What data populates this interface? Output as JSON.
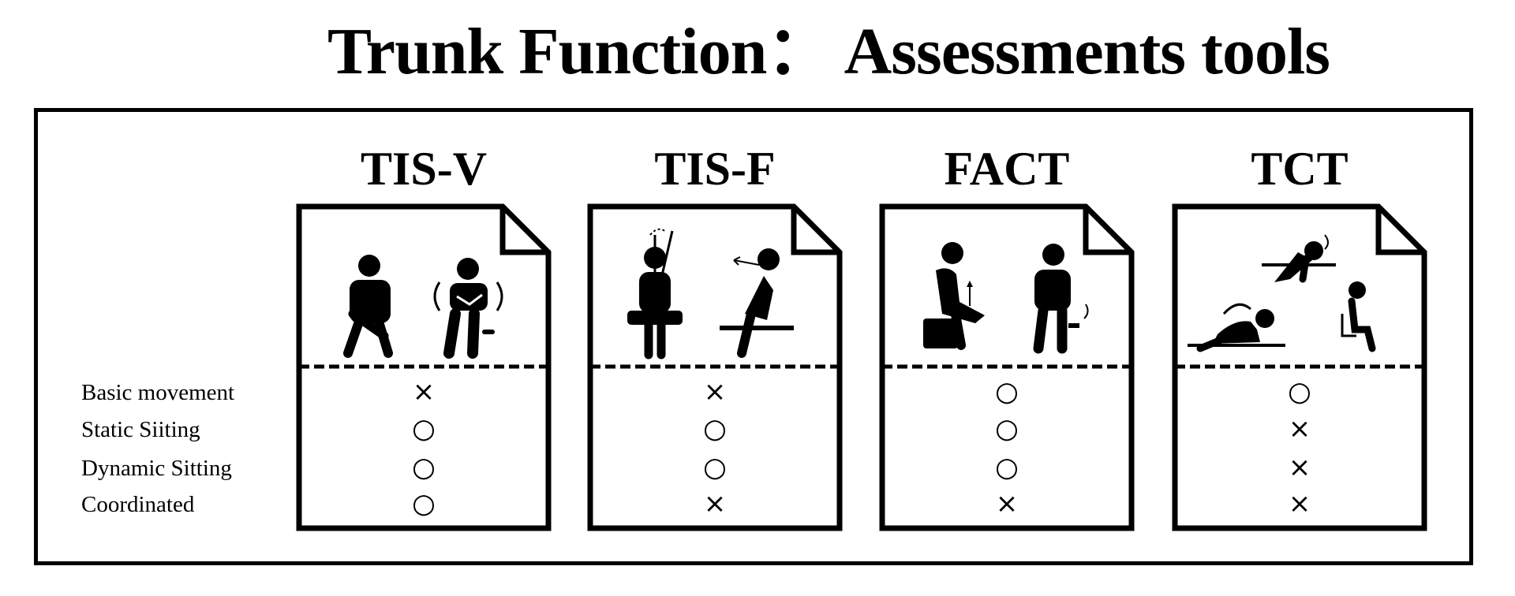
{
  "title": "Trunk Function： Assessments tools",
  "row_labels": [
    "Basic movement",
    "Static Siiting",
    "Dynamic Sitting",
    "Coordinated"
  ],
  "tools": [
    {
      "name": "TIS-V",
      "marks": [
        "×",
        "○",
        "○",
        "○"
      ],
      "icon": "seated-trunk-rotation-figures-icon"
    },
    {
      "name": "TIS-F",
      "marks": [
        "×",
        "○",
        "○",
        "×"
      ],
      "icon": "seated-trunk-alignment-figures-icon"
    },
    {
      "name": "FACT",
      "marks": [
        "○",
        "○",
        "○",
        "×"
      ],
      "icon": "seated-leg-lift-figures-icon"
    },
    {
      "name": "TCT",
      "marks": [
        "○",
        "×",
        "×",
        "×"
      ],
      "icon": "rolling-and-sitting-figures-icon"
    }
  ]
}
